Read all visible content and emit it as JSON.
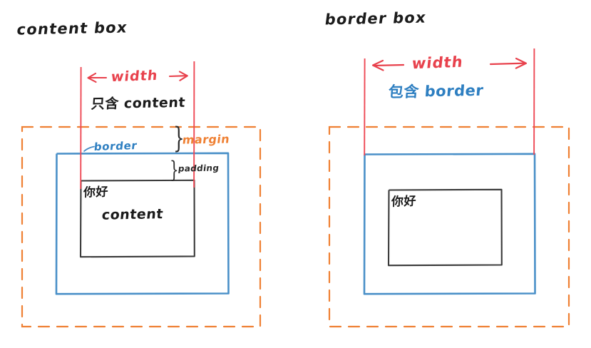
{
  "diagram": {
    "kind": "css-box-model-comparison",
    "background_color": "#ffffff",
    "palette": {
      "ink_black": "#1b1b1b",
      "width_red": "#e8414c",
      "border_blue": "#2e7fc1",
      "margin_orange": "#ef8033"
    },
    "panels": [
      {
        "id": "content-box",
        "title": "content box",
        "width_label": "width",
        "width_arrow_left": "⟵",
        "width_arrow_right": "⟶",
        "width_note": "只含 content",
        "width_note_color": "#1b1b1b",
        "annotations": [
          {
            "name": "border",
            "text": "border",
            "color": "#2e7fc1"
          },
          {
            "name": "margin",
            "text": "margin",
            "color": "#ef8033"
          },
          {
            "name": "padding",
            "text": "padding",
            "color": "#2a2a2a"
          }
        ],
        "content_text_cjk": "你好",
        "content_text_latin": "content",
        "boxes": {
          "margin_box": {
            "style": "dashed",
            "color": "#ef8033"
          },
          "border_box": {
            "style": "solid",
            "color": "#2e7fc1"
          },
          "content_box": {
            "style": "solid",
            "color": "#2a2a2a"
          }
        }
      },
      {
        "id": "border-box",
        "title": "border box",
        "width_label": "width",
        "width_arrow_left": "⟵",
        "width_arrow_right": "⟶",
        "width_note": "包含 border",
        "width_note_color": "#2e7fc1",
        "annotations": [],
        "content_text_cjk": "你好",
        "content_text_latin": "",
        "boxes": {
          "margin_box": {
            "style": "dashed",
            "color": "#ef8033"
          },
          "border_box": {
            "style": "solid",
            "color": "#2e7fc1"
          },
          "content_box": {
            "style": "solid",
            "color": "#2a2a2a"
          }
        }
      }
    ]
  }
}
